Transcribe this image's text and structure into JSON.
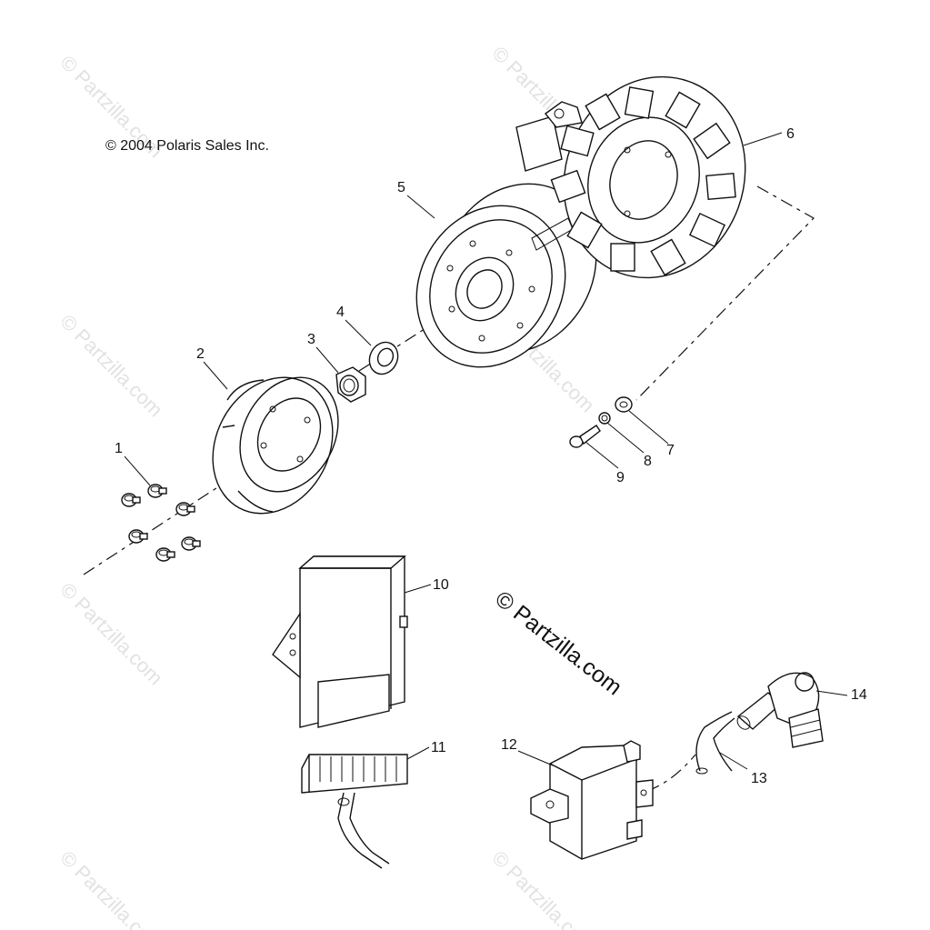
{
  "copyright": "© 2004 Polaris Sales Inc.",
  "watermark": "© Partzilla.com",
  "watermark_center": "© Partzilla.com",
  "callouts": [
    "1",
    "2",
    "3",
    "4",
    "5",
    "6",
    "7",
    "8",
    "9",
    "10",
    "11",
    "12",
    "13",
    "14"
  ]
}
